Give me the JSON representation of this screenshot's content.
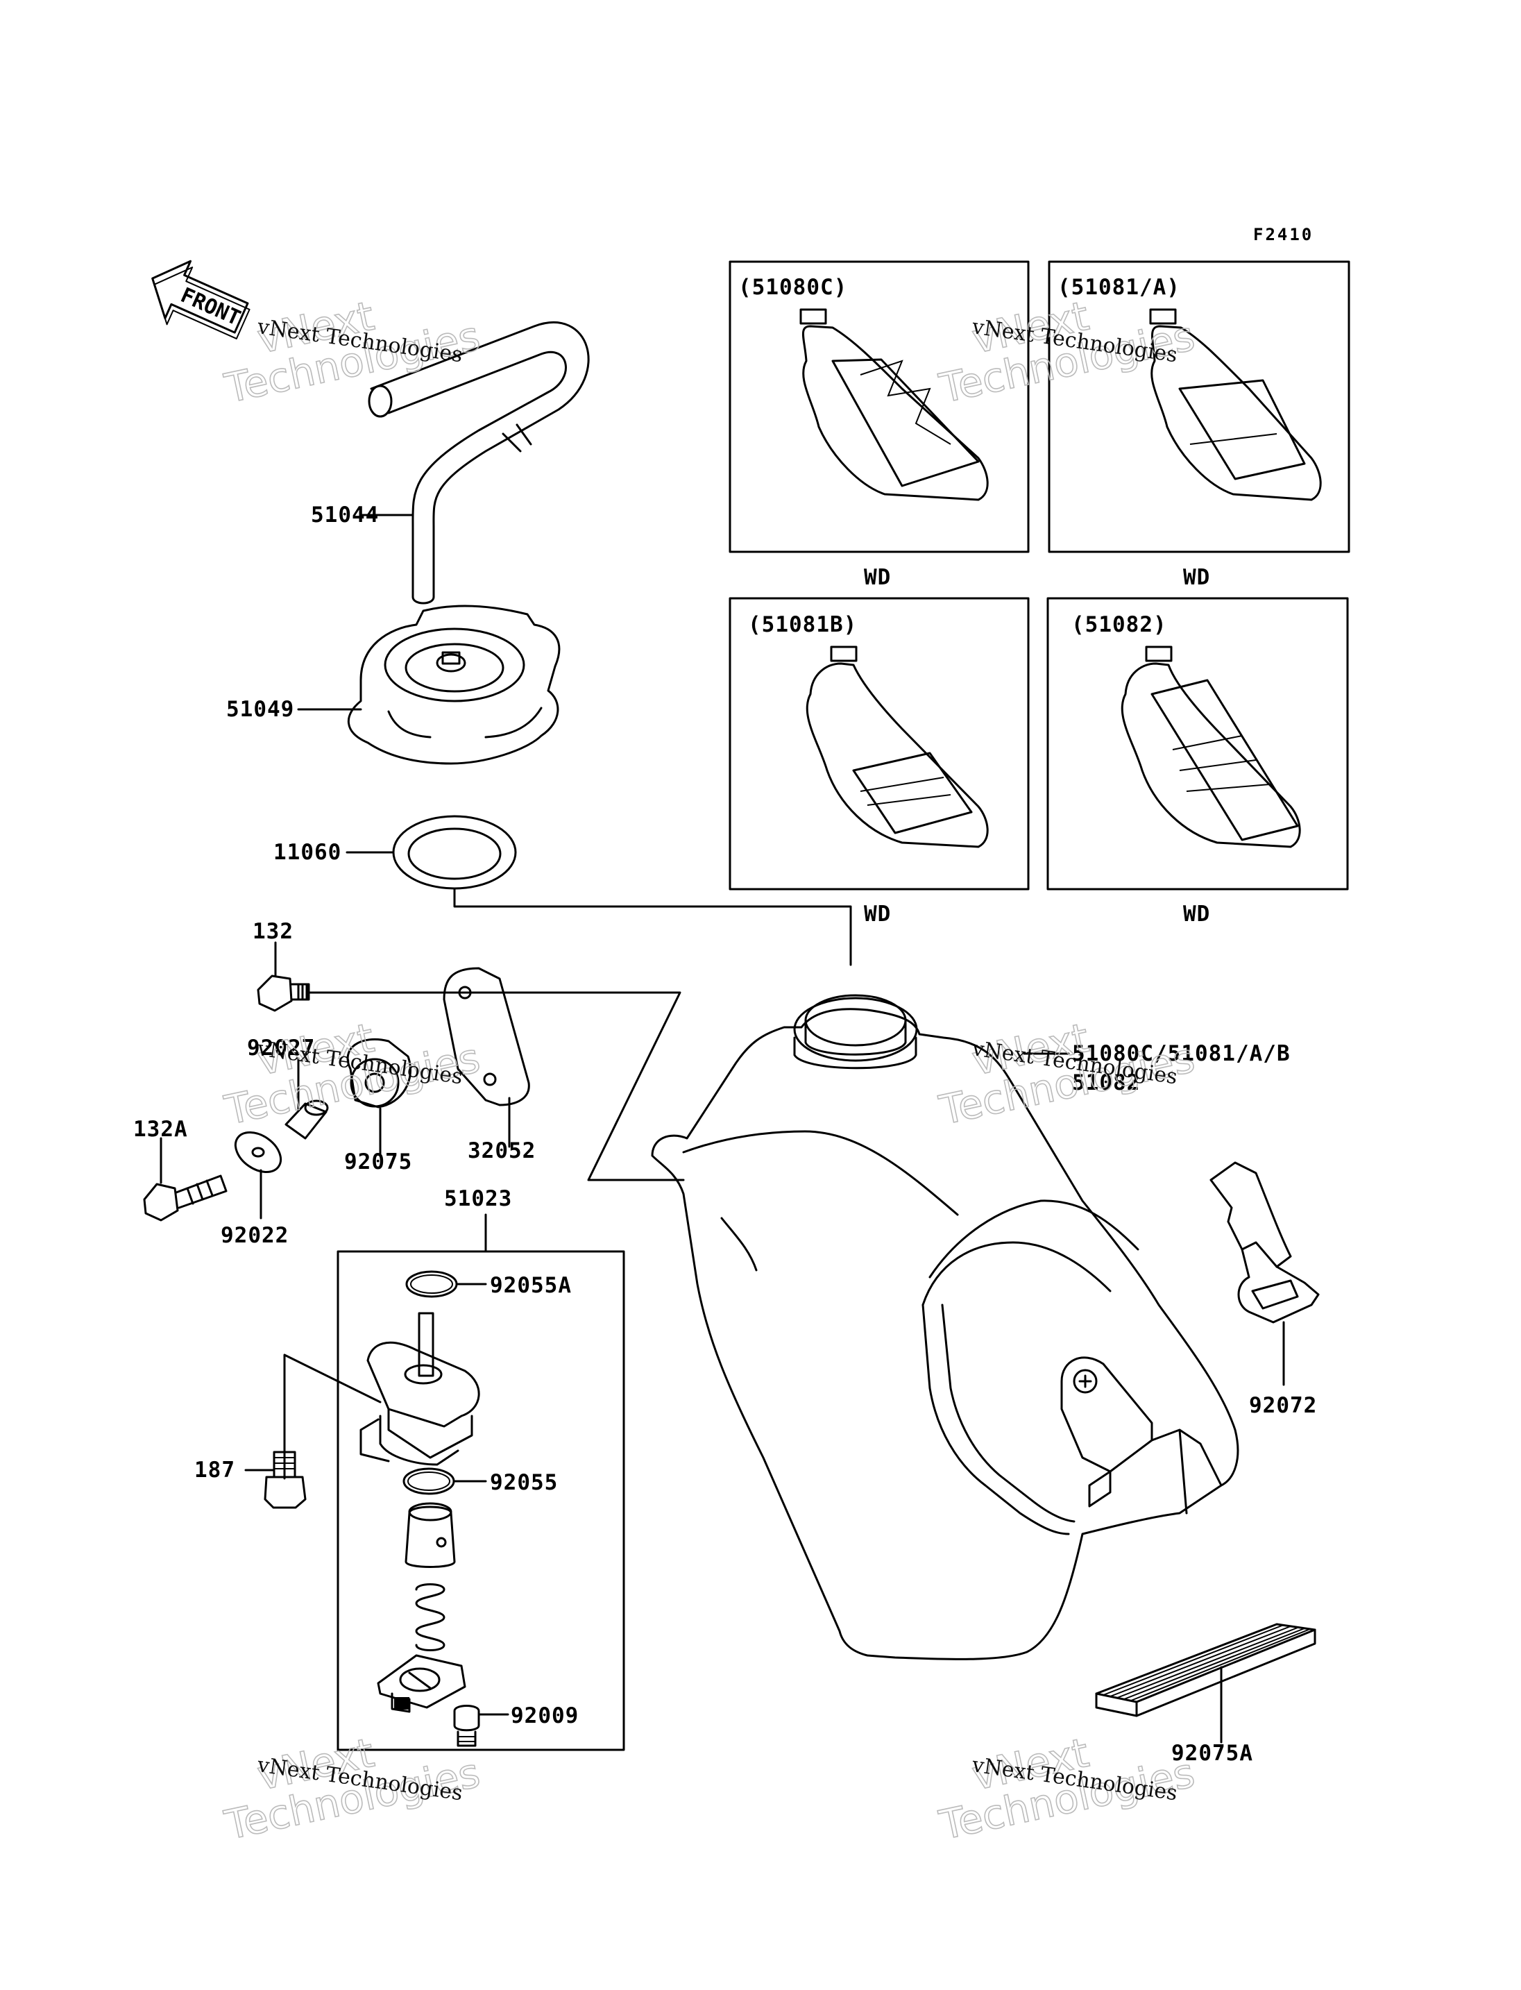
{
  "figure_code": "F2410",
  "front_label": "FRONT",
  "watermark": {
    "line1": "vNext",
    "line2": "Technologies",
    "small": "vNext Technologies"
  },
  "insets": [
    {
      "label": "(51080C)",
      "note": "WD"
    },
    {
      "label": "(51081/A)",
      "note": "WD"
    },
    {
      "label": "(51081B)",
      "note": "WD"
    },
    {
      "label": "(51082)",
      "note": "WD"
    }
  ],
  "parts": {
    "p51044": "51044",
    "p51049": "51049",
    "p11060": "11060",
    "p132": "132",
    "p92027": "92027",
    "p132A": "132A",
    "p92075": "92075",
    "p32052": "32052",
    "p92022": "92022",
    "p51023": "51023",
    "p92055A": "92055A",
    "p187": "187",
    "p92055": "92055",
    "p92009": "92009",
    "p51080C": "51080C/51081/A/B",
    "p51082": "51082",
    "p92072": "92072",
    "p92075A": "92075A"
  }
}
